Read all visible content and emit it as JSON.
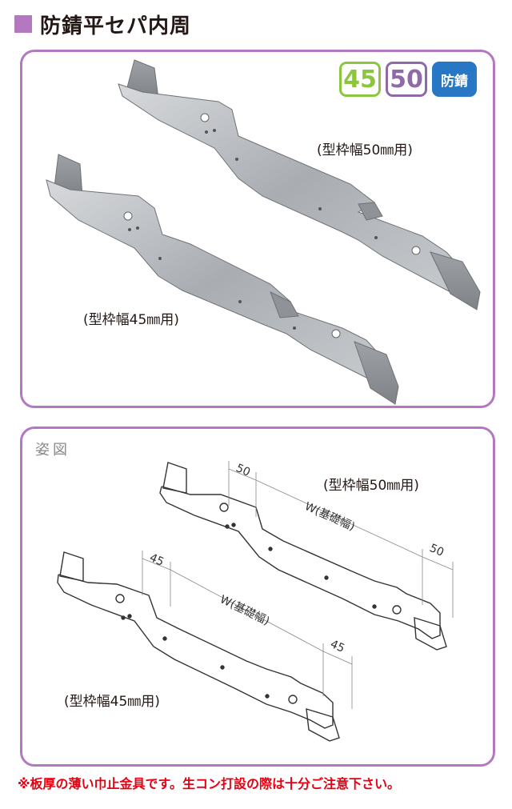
{
  "header": {
    "title": "防錆平セパ内周"
  },
  "badges": {
    "b45": "45",
    "b50": "50",
    "bousei": "防錆"
  },
  "photo_panel": {
    "label_50": "(型枠幅50㎜用)",
    "label_45": "(型枠幅45㎜用)"
  },
  "diagram_panel": {
    "section_title": "姿図",
    "label_50": "(型枠幅50㎜用)",
    "label_45": "(型枠幅45㎜用)",
    "dim_50_left": "50",
    "dim_50_right": "50",
    "dim_45_left": "45",
    "dim_45_right": "45",
    "w_label_1": "W(基礎幅)",
    "w_label_2": "W(基礎幅)"
  },
  "footer": {
    "note": "※板厚の薄い巾止金具です。生コン打設の際は十分ご注意下さい。"
  },
  "colors": {
    "accent": "#b378c0",
    "badge45": "#8cc63f",
    "badge50": "#8f6aa8",
    "badgeBousei": "#2777c4",
    "note": "#e60012"
  }
}
